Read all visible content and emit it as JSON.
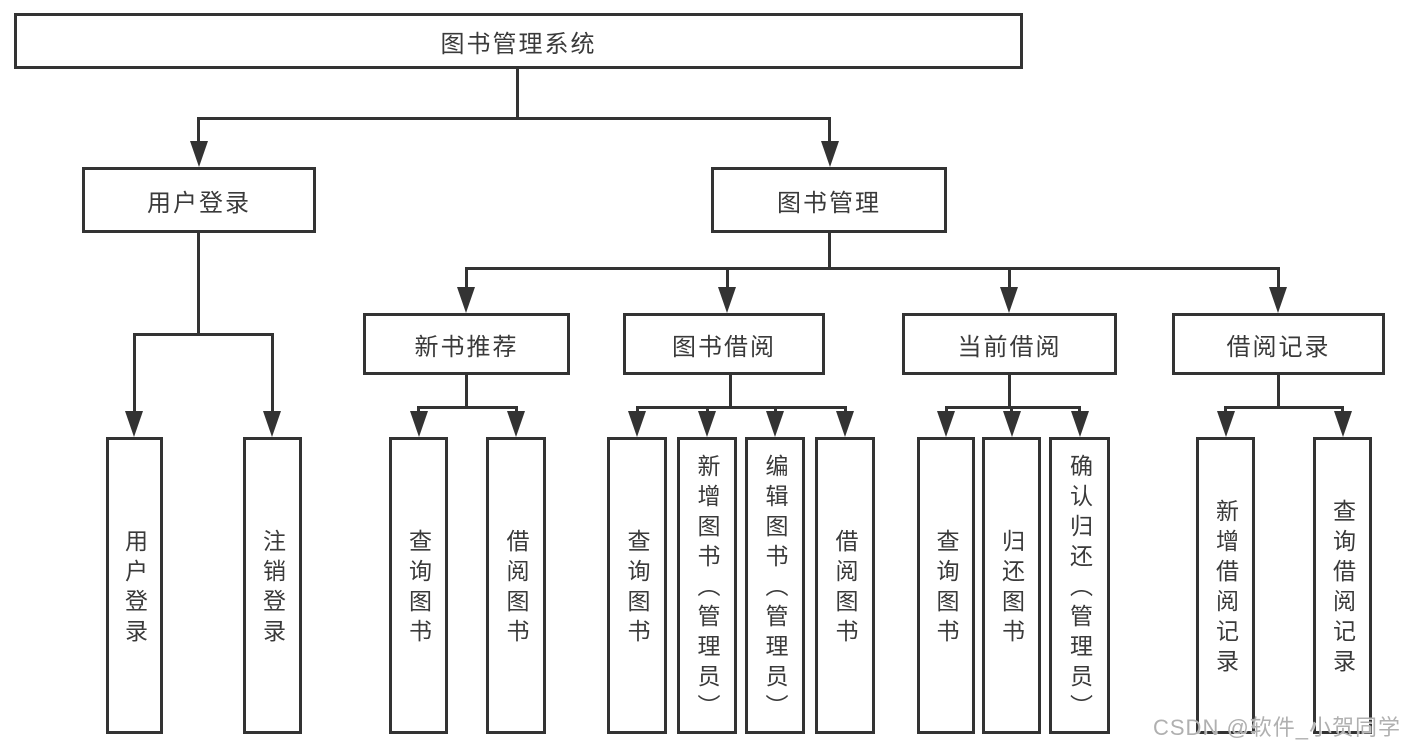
{
  "nodes": {
    "root": {
      "label": "图书管理系统"
    },
    "level2": [
      {
        "label": "用户登录"
      },
      {
        "label": "图书管理"
      }
    ],
    "level3": [
      {
        "label": "新书推荐"
      },
      {
        "label": "图书借阅"
      },
      {
        "label": "当前借阅"
      },
      {
        "label": "借阅记录"
      }
    ],
    "leaves": {
      "login": [
        {
          "label": "用户登录"
        },
        {
          "label": "注销登录"
        }
      ],
      "newbook": [
        {
          "label": "查询图书"
        },
        {
          "label": "借阅图书"
        }
      ],
      "borrow": [
        {
          "label": "查询图书"
        },
        {
          "label": "新增图书（管理员）"
        },
        {
          "label": "编辑图书（管理员）"
        },
        {
          "label": "借阅图书"
        }
      ],
      "current": [
        {
          "label": "查询图书"
        },
        {
          "label": "归还图书"
        },
        {
          "label": "确认归还（管理员）"
        }
      ],
      "record": [
        {
          "label": "新增借阅记录"
        },
        {
          "label": "查询借阅记录"
        }
      ]
    }
  },
  "watermark": {
    "text": "CSDN @软件_小贺同学"
  },
  "colors": {
    "line": "#333333",
    "text": "#3a3a3a",
    "background": "#ffffff",
    "watermark": "#b0b0b0"
  }
}
